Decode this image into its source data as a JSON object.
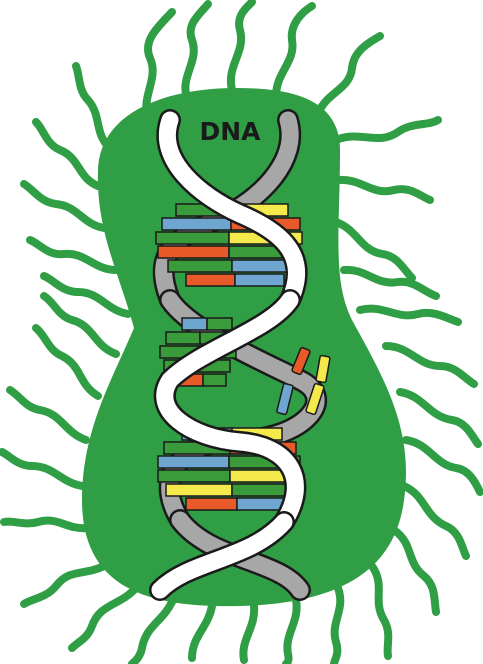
{
  "illustration": {
    "label": "DNA"
  },
  "colors": {
    "cell_body": "#2f9e44",
    "cilia": "#2f9e44",
    "outline": "#1a1a1a",
    "strand_front": "#ffffff",
    "strand_back": "#a7a7a7",
    "base_green": "#3a9b3a",
    "base_yellow": "#f4ea4b",
    "base_blue": "#6fa6cf",
    "base_red": "#e85a2a",
    "label_text": "#1a1a1a"
  },
  "icons": [
    "bacterium-cell",
    "dna-double-helix",
    "cilia"
  ]
}
